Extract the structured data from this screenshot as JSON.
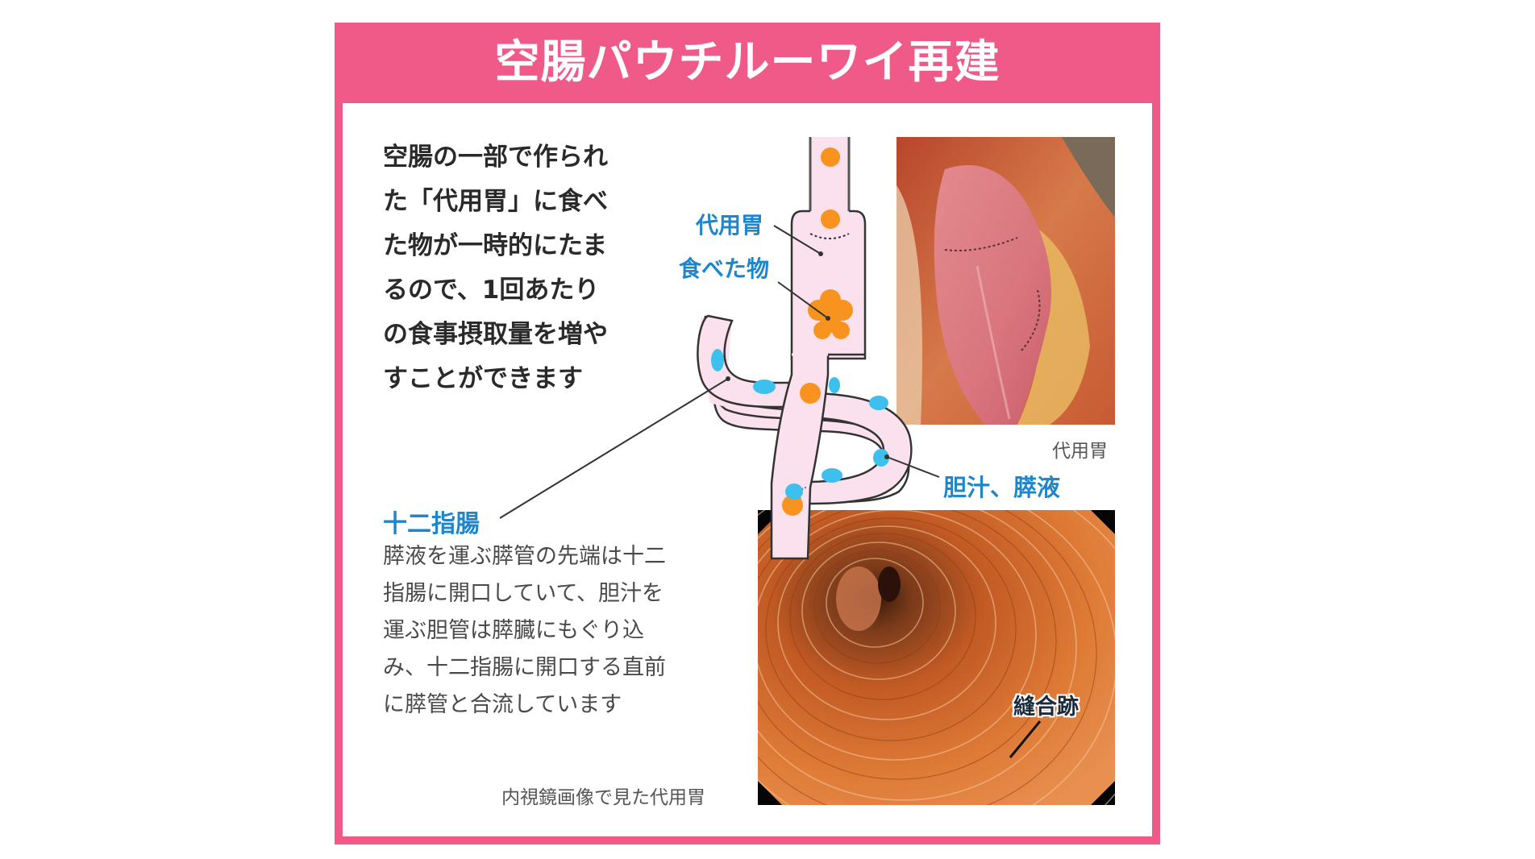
{
  "header": {
    "title": "空腸パウチルーワイ再建",
    "color": "#ef5a88"
  },
  "lead_text": {
    "lines": [
      "空腸の一部で作られ",
      "た「代用胃」に食べ",
      "た物が一時的にたま",
      "るので、1回あたり",
      "の食事摂取量を増や",
      "すことができます"
    ]
  },
  "diagram": {
    "labels": {
      "pouch": "代用胃",
      "food": "食べた物",
      "bile": "胆汁、膵液",
      "duodenum": "十二指腸"
    },
    "colors": {
      "tube_fill": "#fbe1ee",
      "food": "#f7931e",
      "bile": "#3ec0ee",
      "label_blue": "#1f86cc"
    }
  },
  "duodenum_text": {
    "lines": [
      "膵液を運ぶ膵管の先端は十二",
      "指腸に開口していて、胆汁を",
      "運ぶ胆管は膵臓にもぐり込",
      "み、十二指腸に開口する直前",
      "に膵管と合流しています"
    ]
  },
  "photos": {
    "surgery_caption": "代用胃",
    "endoscope_caption": "内視鏡画像で見た代用胃",
    "suture_label": "縫合跡"
  }
}
